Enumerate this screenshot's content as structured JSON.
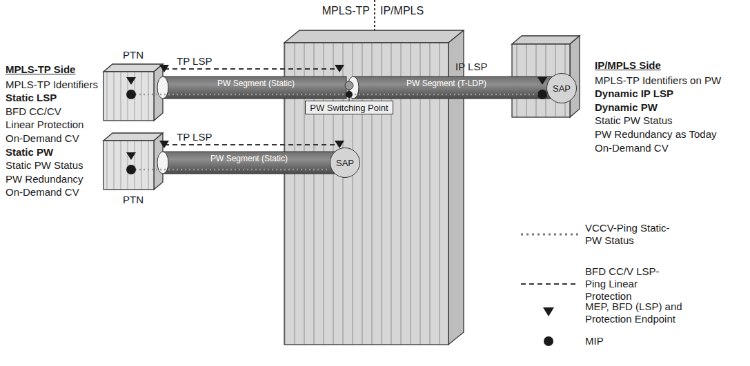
{
  "diagram": {
    "nodes": [
      {
        "text": [
          "PTN"
        ]
      },
      {
        "text": [
          "PW Segment (Static)"
        ]
      },
      {
        "text": [
          "PW Switching Point"
        ]
      },
      {
        "text": [
          "PW Segment (T-LDP)"
        ]
      },
      {
        "text": [
          "SAP"
        ]
      },
      {
        "text": [
          "PTN"
        ]
      },
      {
        "text": [
          "PW Segment (Static)"
        ]
      },
      {
        "text": [
          "SAP"
        ]
      }
    ],
    "labels": [
      "MPLS-TP",
      "IP/MPLS",
      "TP LSP",
      "TP LSP",
      "IP LSP",
      "MPLS-TP Side",
      "MPLS-TP Identifiers",
      "Static LSP",
      "BFD CC/CV",
      "Linear Protection",
      "On-Demand CV",
      "Static PW",
      "Static PW Status",
      "PW Redundancy",
      "On-Demand CV",
      "IP/MPLS Side",
      "MPLS-TP Identifiers on PW",
      "Dynamic IP LSP",
      "Dynamic PW",
      "Static PW Status",
      "PW Redundancy as Today",
      "On-Demand CV"
    ],
    "legend": [
      {
        "text": "VCCV-Ping Static-PW Status"
      },
      {
        "text": "BFD CC/V LSP-Ping Linear Protection"
      },
      {
        "text": "MEP, BFD (LSP) and Protection Endpoint"
      },
      {
        "text": "MIP"
      }
    ]
  }
}
